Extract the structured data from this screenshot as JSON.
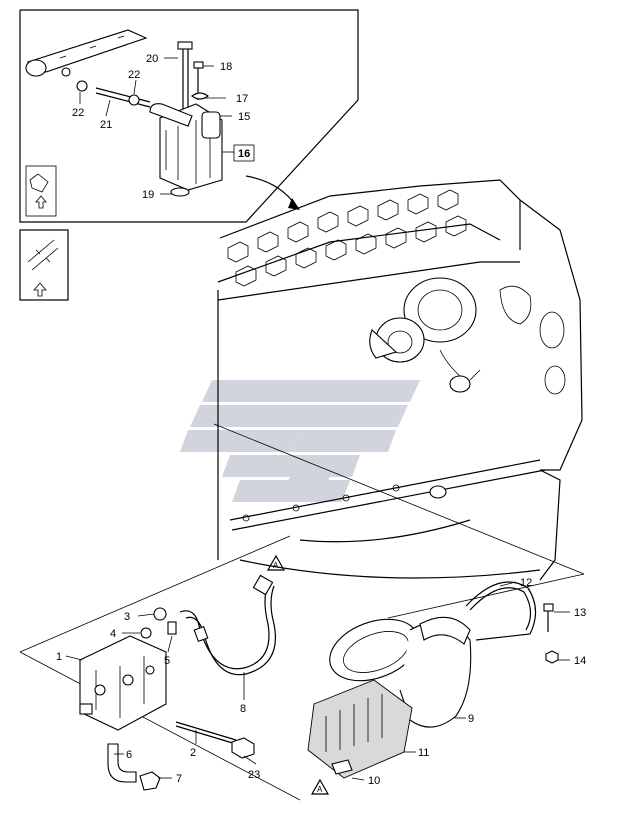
{
  "diagram": {
    "labels": {
      "p1": "1",
      "p2": "2",
      "p3": "3",
      "p4": "4",
      "p5": "5",
      "p6": "6",
      "p7": "7",
      "p8": "8",
      "p9": "9",
      "p10": "10",
      "p11": "11",
      "p12": "12",
      "p13": "13",
      "p14": "14",
      "p15": "15",
      "p16": "16",
      "p17": "17",
      "p18": "18",
      "p19": "19",
      "p20": "20",
      "p21": "21",
      "p22a": "22",
      "p22b": "22",
      "p23": "23"
    },
    "warning_symbol": "A",
    "icons": [
      "up-arrow-icon",
      "warning-triangle-icon",
      "watermark-logo-icon"
    ]
  }
}
